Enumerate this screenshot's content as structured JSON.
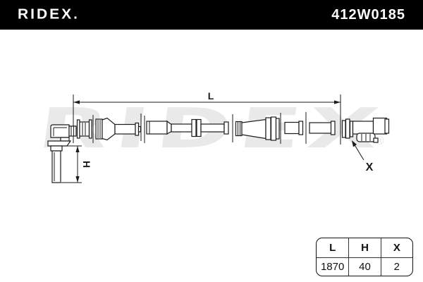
{
  "header": {
    "brand": "RIDEX.",
    "part_number": "412W0185"
  },
  "watermark": {
    "text": "RIDEX",
    "reg_mark": "®"
  },
  "diagram": {
    "labels": {
      "length": "L",
      "height": "H",
      "connector": "X"
    }
  },
  "spec_table": {
    "columns": [
      "L",
      "H",
      "X"
    ],
    "values": [
      "1870",
      "40",
      "2"
    ]
  },
  "colors": {
    "header_bg": "#000000",
    "header_text": "#ffffff",
    "line": "#1b1b1b",
    "watermark": "#e9e9e9",
    "background": "#ffffff"
  }
}
